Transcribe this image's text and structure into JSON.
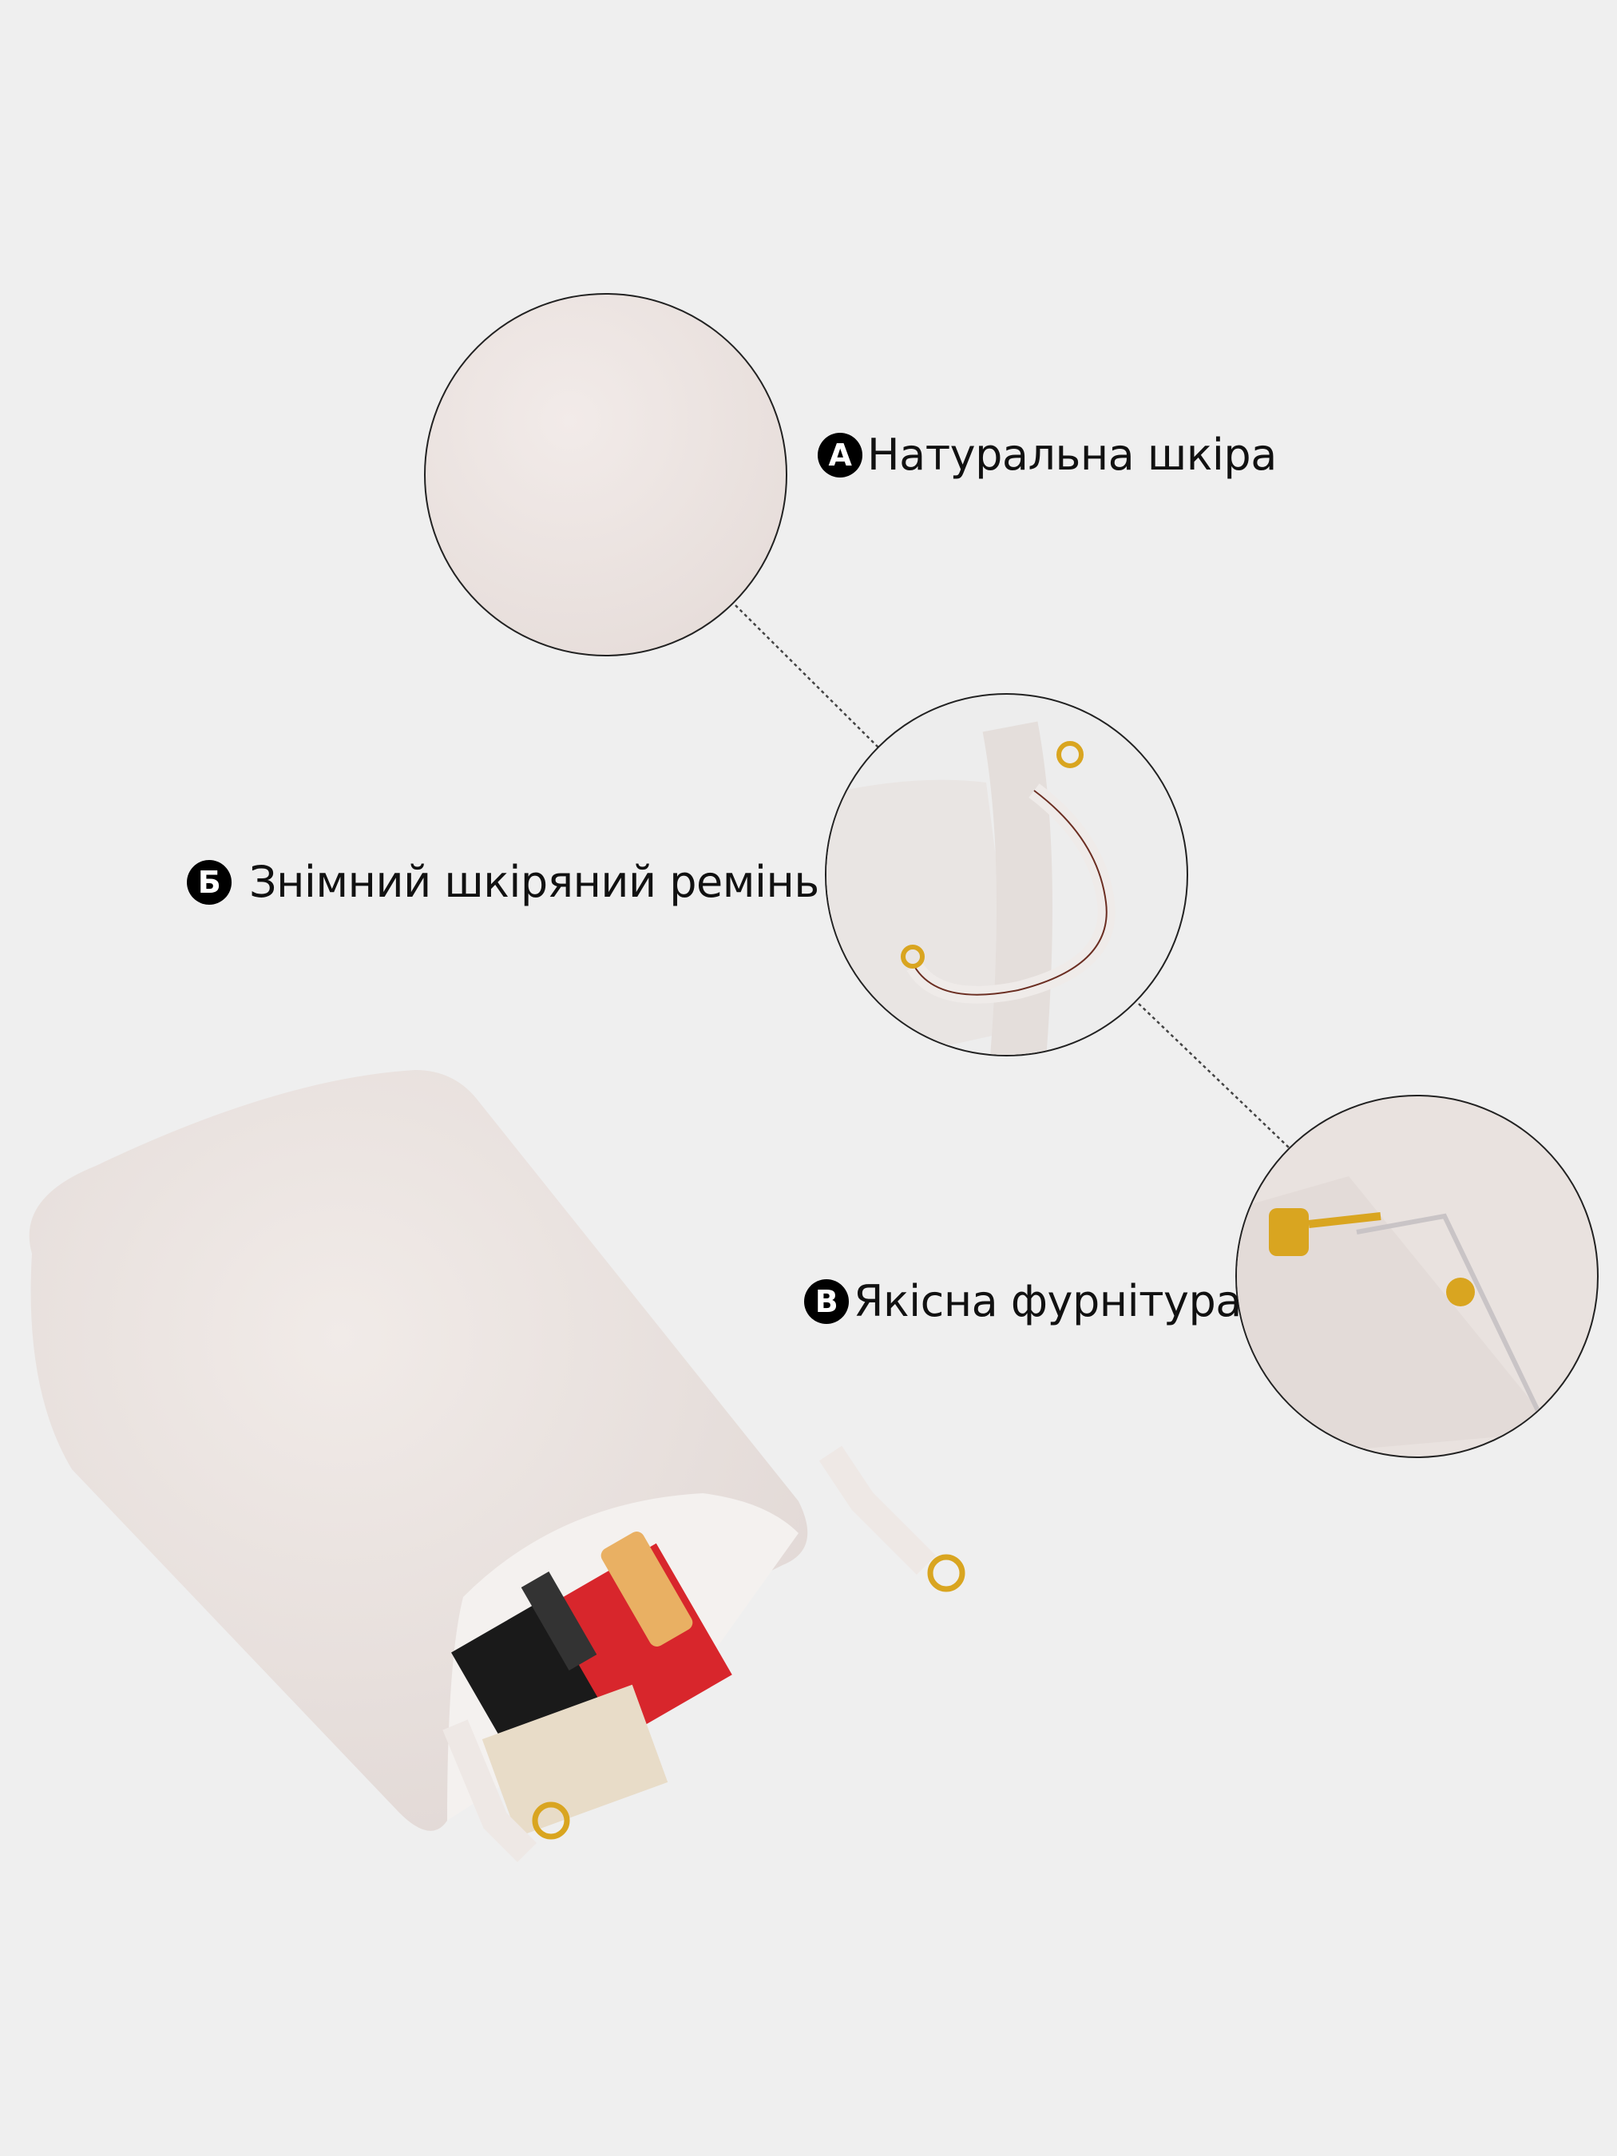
{
  "features": [
    {
      "badge": "A",
      "label": "Натуральна шкіра"
    },
    {
      "badge": "Б",
      "label": "Знімний шкіряний ремінь"
    },
    {
      "badge": "В",
      "label": "Якісна фурнітура"
    }
  ],
  "colors": {
    "background": "#efefef",
    "leather": "#ede6e3",
    "gold": "#d9a520",
    "strap_edge": "#5a2e24"
  }
}
